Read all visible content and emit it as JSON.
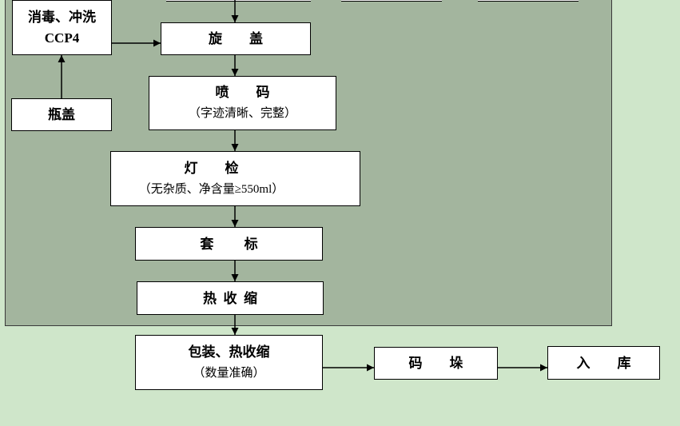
{
  "colors": {
    "page_background": "#cfe6ca",
    "zone_background": "#a3b59e",
    "node_fill": "#ffffff",
    "stroke": "#000000"
  },
  "nodes": {
    "disinfect_rinse": {
      "line1": "消毒、冲洗",
      "line2": "CCP4"
    },
    "cap_screwing": {
      "label": "旋　　盖"
    },
    "bottle_cap": {
      "label": "瓶盖"
    },
    "code_printing": {
      "label": "喷　　码",
      "note": "（字迹清晰、完整）"
    },
    "light_inspection": {
      "label": "灯　　检",
      "note": "（无杂质、净含量≥550ml）"
    },
    "sleeve_labeling": {
      "label": "套　　 标"
    },
    "heat_shrink": {
      "label": "热  收  缩"
    },
    "packing_heat_shrink": {
      "label": "包装、热收缩",
      "note": "（数量准确）"
    },
    "palletizing": {
      "label": "码　　垛"
    },
    "warehousing": {
      "label": "入　　库"
    }
  }
}
